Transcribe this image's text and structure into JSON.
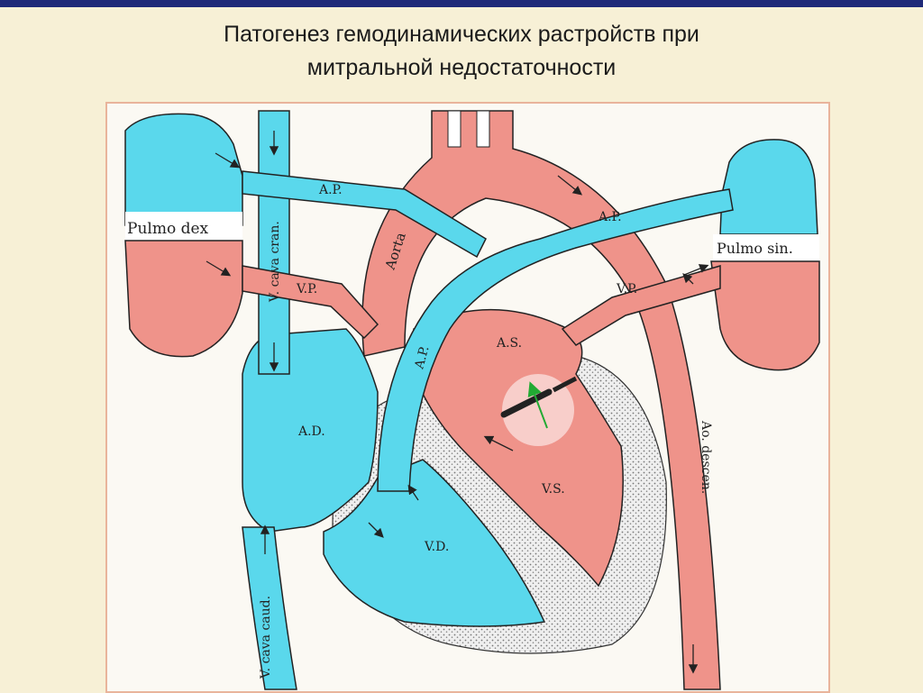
{
  "title": {
    "line1": "Патогенез гемодинамических растройств при",
    "line2": "митральной недостаточности"
  },
  "colors": {
    "venous": "#5ad8ec",
    "arterial": "#ef938a",
    "septum": "#d6d6d6",
    "highlight": "#ffffff",
    "regurgitation_arrow": "#22aa33"
  },
  "labels": {
    "pulmo_dex": "Pulmo dex",
    "pulmo_sin": "Pulmo sin.",
    "ap_top_left": "A.P.",
    "ap_right": "A.P.",
    "ap_center": "A.P.",
    "aorta": "Aorta",
    "vp_left": "V.P.",
    "vp_right": "V.P.",
    "v_cava_cran": "V. cava cran.",
    "v_cava_caud": "V. cava caud.",
    "ao_descen": "Ao. descen.",
    "ad": "A.D.",
    "as": "A.S.",
    "vs": "V.S.",
    "vd": "V.D."
  }
}
